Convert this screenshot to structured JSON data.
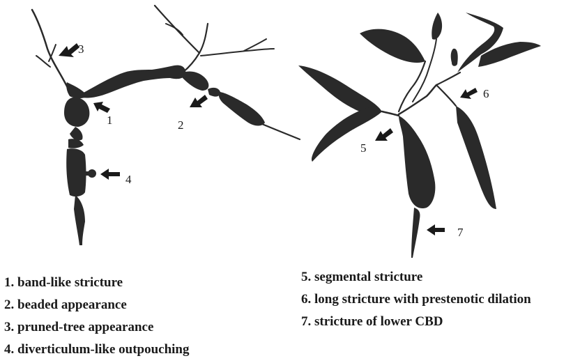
{
  "panels": [
    {
      "name": "intrahepatic-ducts",
      "markers": [
        {
          "id": "1",
          "label": "1"
        },
        {
          "id": "2",
          "label": "2"
        },
        {
          "id": "3",
          "label": "3"
        },
        {
          "id": "4",
          "label": "4"
        }
      ]
    },
    {
      "name": "bile-duct-tree",
      "markers": [
        {
          "id": "5",
          "label": "5"
        },
        {
          "id": "6",
          "label": "6"
        },
        {
          "id": "7",
          "label": "7"
        }
      ]
    }
  ],
  "legend_left": [
    "1. band-like stricture",
    "2. beaded appearance",
    "3. pruned-tree appearance",
    "4. diverticulum-like outpouching"
  ],
  "legend_right": [
    "5. segmental stricture",
    "6. long stricture with prestenotic dilation",
    "7. stricture of lower CBD"
  ],
  "colors": {
    "ink": "#2a2a2a",
    "background": "#ffffff"
  }
}
